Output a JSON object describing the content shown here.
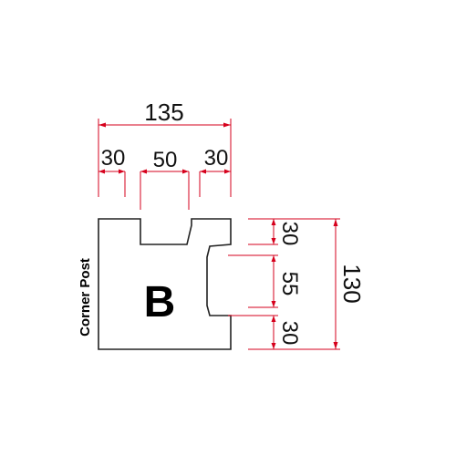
{
  "part_letter": "B",
  "part_name": "Corner Post",
  "colors": {
    "outline": "#222222",
    "dimension": "#d6001c",
    "text": "#111111"
  },
  "dimensions": {
    "overall_width": "135",
    "left_segment": "30",
    "middle_segment": "50",
    "right_segment": "30",
    "overall_height": "130",
    "top_segment": "30",
    "center_segment": "55",
    "bottom_segment": "30"
  }
}
